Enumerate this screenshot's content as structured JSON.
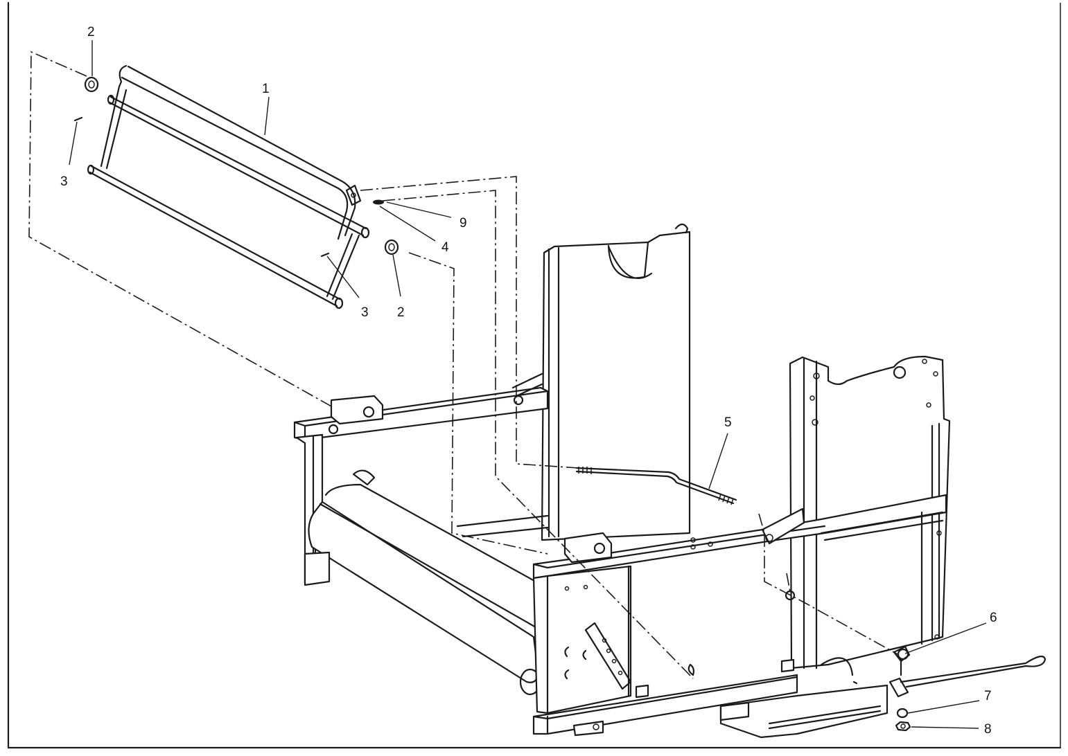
{
  "diagram": {
    "callouts": [
      {
        "id": "c-2a",
        "label": "2"
      },
      {
        "id": "c-1",
        "label": "1"
      },
      {
        "id": "c-3a",
        "label": "3"
      },
      {
        "id": "c-9",
        "label": "9"
      },
      {
        "id": "c-4",
        "label": "4"
      },
      {
        "id": "c-3b",
        "label": "3"
      },
      {
        "id": "c-2b",
        "label": "2"
      },
      {
        "id": "c-5",
        "label": "5"
      },
      {
        "id": "c-6",
        "label": "6"
      },
      {
        "id": "c-7",
        "label": "7"
      },
      {
        "id": "c-8",
        "label": "8"
      }
    ]
  }
}
